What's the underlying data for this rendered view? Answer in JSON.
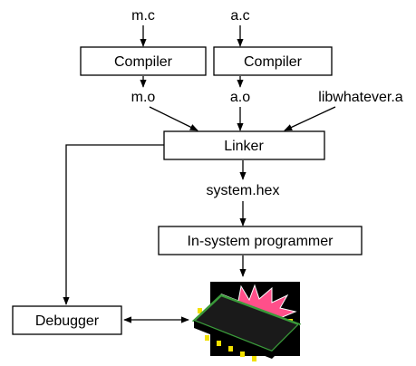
{
  "sources": [
    {
      "file": "m.c",
      "compiler_label": "Compiler",
      "object": "m.o"
    },
    {
      "file": "a.c",
      "compiler_label": "Compiler",
      "object": "a.o"
    }
  ],
  "library": "libwhatever.a",
  "linker_label": "Linker",
  "linker_output": "system.hex",
  "programmer_label": "In-system programmer",
  "debugger_label": "Debugger",
  "chip": {
    "burst_color": "#ff4f8a",
    "body_color": "#1a1a1a",
    "outline_color": "#3a9a3a",
    "pin_color": "#f2e000"
  }
}
